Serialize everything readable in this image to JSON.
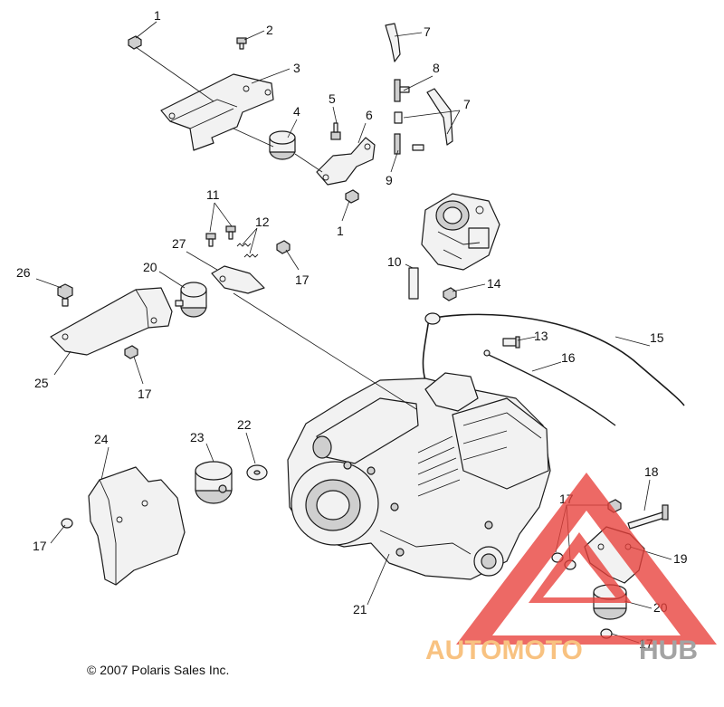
{
  "diagram": {
    "callouts": {
      "c1a": "1",
      "c2": "2",
      "c3": "3",
      "c4": "4",
      "c5": "5",
      "c6": "6",
      "c7a": "7",
      "c8": "8",
      "c7b": "7",
      "c9": "9",
      "c1b": "1",
      "c11": "11",
      "c12": "12",
      "c27": "27",
      "c17a": "17",
      "c10": "10",
      "c14": "14",
      "c26": "26",
      "c20a": "20",
      "c25": "25",
      "c17b": "17",
      "c13": "13",
      "c15": "15",
      "c16": "16",
      "c24": "24",
      "c23": "23",
      "c22": "22",
      "c17c": "17",
      "c18": "18",
      "c17d": "17",
      "c19": "19",
      "c21": "21",
      "c20b": "20",
      "c17e": "17"
    },
    "copyright": "© 2007 Polaris Sales Inc."
  },
  "watermark": {
    "brand_part1": "AUTOMOTO",
    "brand_part2": "HUB",
    "brand_color": "#f7b25e",
    "triangle_color": "#e8403a"
  }
}
